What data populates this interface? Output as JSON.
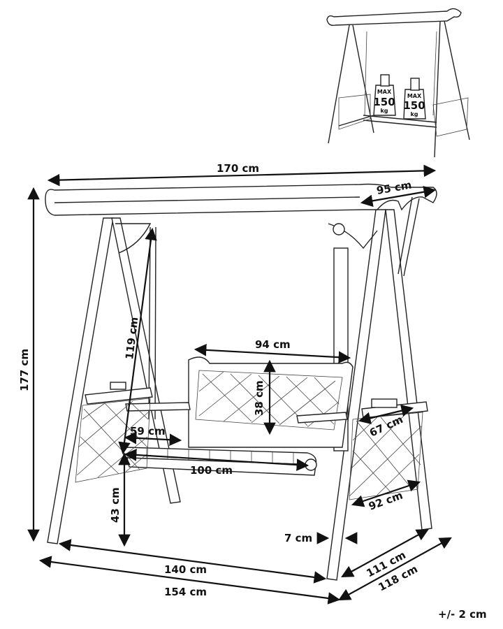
{
  "dimensions": {
    "total_width": "170 cm",
    "canopy_depth": "95 cm",
    "total_height": "177 cm",
    "chain_length": "119 cm",
    "backrest_width": "94 cm",
    "backrest_height": "38 cm",
    "seat_depth": "59 cm",
    "side_table_width": "67 cm",
    "seat_width": "100 cm",
    "side_table_length": "92 cm",
    "seat_height": "43 cm",
    "leg_thickness": "7 cm",
    "inner_base_width": "140 cm",
    "outer_base_width": "154 cm",
    "inner_base_depth": "111 cm",
    "outer_base_depth": "118 cm"
  },
  "tolerance": "+/- 2 cm",
  "thumbnail": {
    "weights": [
      {
        "max": "MAX",
        "value": "150",
        "unit": "kg"
      },
      {
        "max": "MAX",
        "value": "150",
        "unit": "kg"
      }
    ]
  }
}
